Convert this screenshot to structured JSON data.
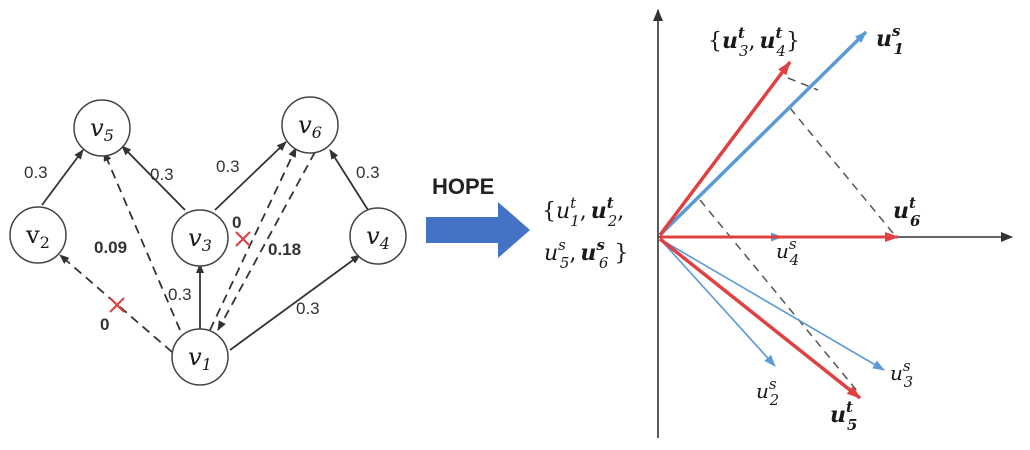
{
  "colors": {
    "red": "#e04040",
    "blue": "#5b9bd5",
    "arrow": "#4472c4",
    "line": "#333333"
  },
  "graph": {
    "nodes": {
      "v1": {
        "base": "v",
        "sub": "1",
        "italic": true
      },
      "v2": {
        "base": "v",
        "sub": "2",
        "italic": false
      },
      "v3": {
        "base": "v",
        "sub": "3",
        "italic": true
      },
      "v4": {
        "base": "v",
        "sub": "4",
        "italic": true
      },
      "v5": {
        "base": "v",
        "sub": "5",
        "italic": true
      },
      "v6": {
        "base": "v",
        "sub": "6",
        "italic": true
      }
    },
    "weights": {
      "v2_v5": "0.3",
      "v3_v5": "0.3",
      "v3_v6": "0.3",
      "v4_v6": "0.3",
      "v1_v3": "0.3",
      "v1_v4": "0.3",
      "v1_v5": "0.09",
      "v6_v1": "0.18",
      "v1_v2": "0",
      "v1_v6": "0"
    }
  },
  "arrow_label": "HOPE",
  "embedding": {
    "label_u1s": {
      "base": "u",
      "sup": "s",
      "sub": "1"
    },
    "label_u6t": {
      "base": "u",
      "sup": "t",
      "sub": "6"
    },
    "label_u4s": {
      "base": "u",
      "sup": "s",
      "sub": "4"
    },
    "label_u2s": {
      "base": "u",
      "sup": "s",
      "sub": "2"
    },
    "label_u3s": {
      "base": "u",
      "sup": "s",
      "sub": "3"
    },
    "label_u5t": {
      "base": "u",
      "sup": "t",
      "sub": "5"
    },
    "group_top": {
      "open": "{",
      "a": {
        "base": "u",
        "sup": "t",
        "sub": "3"
      },
      "sep": ",",
      "b": {
        "base": "u",
        "sup": "t",
        "sub": "4"
      },
      "close": "}"
    },
    "group_left": {
      "open": "{",
      "a": {
        "base": "u",
        "sup": "t",
        "sub": "1"
      },
      "sep1": ",",
      "b": {
        "base": "u",
        "sup": "t",
        "sub": "2"
      },
      "sep2": ",",
      "c": {
        "base": "u",
        "sup": "s",
        "sub": "5"
      },
      "sep3": ",",
      "d": {
        "base": "u",
        "sup": "s",
        "sub": "6"
      },
      "close": "}"
    }
  }
}
